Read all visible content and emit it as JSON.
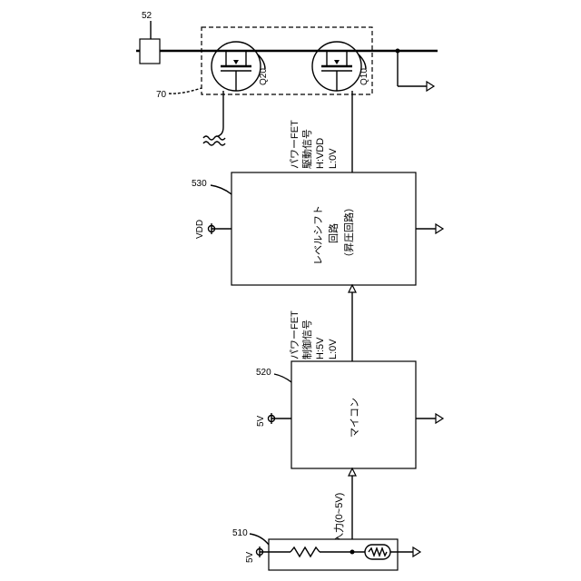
{
  "labels": {
    "ref_52": "52",
    "ref_70": "70",
    "ref_530": "530",
    "ref_520": "520",
    "ref_510": "510",
    "q20": "Q20",
    "q10": "Q10",
    "vdd": "VDD",
    "five_v_mcu": "5V",
    "five_v_input": "5V"
  },
  "signal_top": [
    "パワーFET",
    "駆動信号",
    "H:VDD",
    "L:0V"
  ],
  "level_shift_block": [
    "レベルシフト",
    "回路",
    "（昇圧回路）"
  ],
  "signal_mid": [
    "パワーFET",
    "制御信号",
    "H:5V",
    "L:0V"
  ],
  "mcu_block": [
    "マイコン"
  ],
  "input_label": [
    "入力(0~5V)"
  ]
}
